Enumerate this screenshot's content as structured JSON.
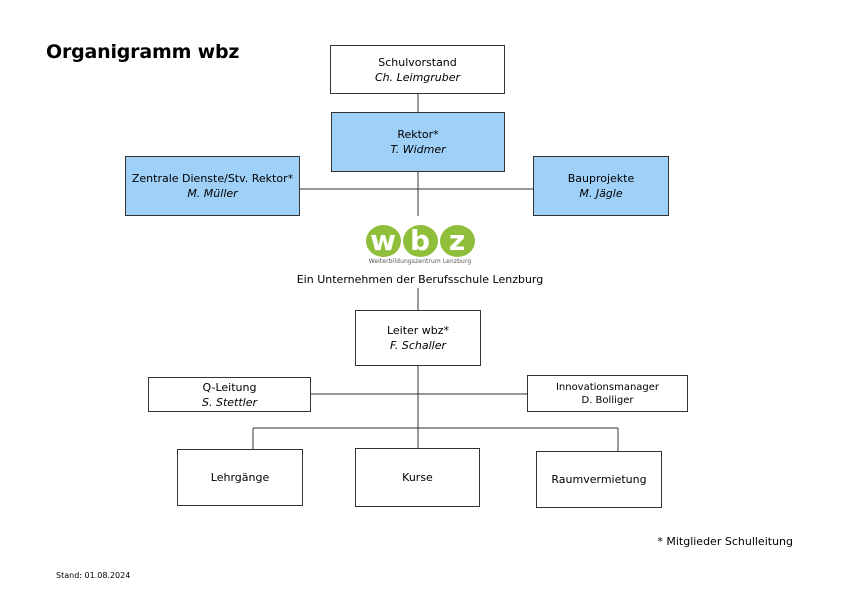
{
  "title": "Organigramm wbz",
  "boxes": {
    "schulvorstand": {
      "role": "Schulvorstand",
      "name": "Ch. Leimgruber"
    },
    "rektor": {
      "role": "Rektor*",
      "name": "T. Widmer"
    },
    "zentrale": {
      "role": "Zentrale Dienste/Stv. Rektor*",
      "name": "M. Müller"
    },
    "bauprojekte": {
      "role": "Bauprojekte",
      "name": "M. Jägle"
    },
    "leiter": {
      "role": "Leiter wbz*",
      "name": "F. Schaller"
    },
    "qleitung": {
      "role": "Q-Leitung",
      "name": "S. Stettler"
    },
    "innovation": {
      "role": "Innovationsmanager",
      "name": "D. Bolliger"
    },
    "lehrgaenge": {
      "role": "Lehrgänge"
    },
    "kurse": {
      "role": "Kurse"
    },
    "raumvermietung": {
      "role": "Raumvermietung"
    }
  },
  "logo": {
    "letters": [
      "w",
      "b",
      "z"
    ],
    "tagline": "Weiterbildungszentrum Lenzburg"
  },
  "subtitle": "Ein Unternehmen der Berufsschule Lenzburg",
  "footnote": "* Mitglieder Schulleitung",
  "stand": "Stand: 01.08.2024",
  "colors": {
    "highlight_box": "#9fd0f8",
    "logo_green": "#8fbf3a"
  }
}
